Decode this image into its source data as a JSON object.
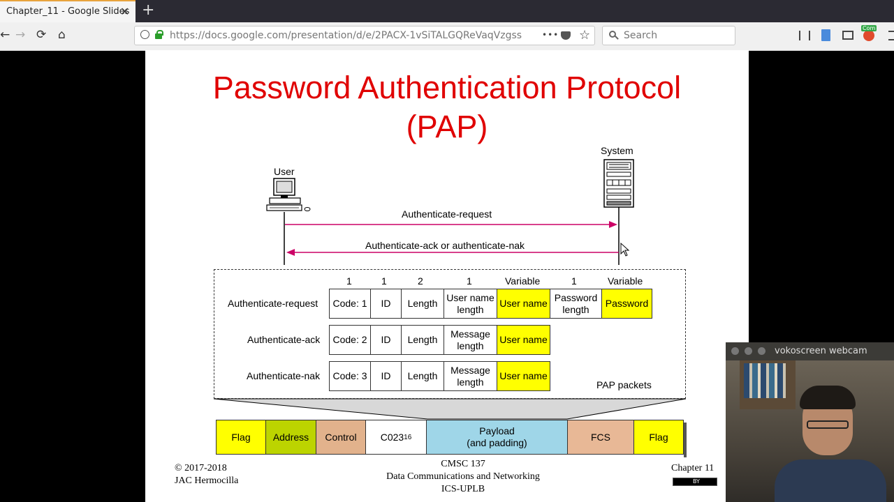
{
  "browser": {
    "tab_title": "Chapter_11 - Google Slides",
    "tab_close": "✕",
    "new_tab": "+",
    "url": "https://docs.google.com/presentation/d/e/2PACX-1vSiTALGQReVaqVzgss",
    "search_placeholder": "Search",
    "nav_back": "←",
    "nav_forward": "→",
    "nav_reload": "⟳",
    "nav_home": "⌂",
    "menu_dots": "•••",
    "bookmark_star": "☆",
    "addon_badge": "Com"
  },
  "slide": {
    "title_line1": "Password Authentication Protocol",
    "title_line2": "(PAP)",
    "user_label": "User",
    "system_label": "System",
    "msg_request": "Authenticate-request",
    "msg_response": "Authenticate-ack or authenticate-nak",
    "field_sizes": [
      "1",
      "1",
      "2",
      "1",
      "Variable",
      "1",
      "Variable"
    ],
    "rows": [
      {
        "label": "Authenticate-request",
        "code": "Code: 1",
        "id": "ID",
        "length": "Length",
        "f4": "User name length",
        "f5": "User name",
        "f6": "Password length",
        "f7": "Password"
      },
      {
        "label": "Authenticate-ack",
        "code": "Code: 2",
        "id": "ID",
        "length": "Length",
        "f4": "Message length",
        "f5": "User name"
      },
      {
        "label": "Authenticate-nak",
        "code": "Code: 3",
        "id": "ID",
        "length": "Length",
        "f4": "Message length",
        "f5": "User name"
      }
    ],
    "pap_packets_label": "PAP packets",
    "frame": {
      "flag1": "Flag",
      "address": "Address",
      "control": "Control",
      "protocol": "C023",
      "protocol_sub": "16",
      "payload_line1": "Payload",
      "payload_line2": "(and padding)",
      "fcs": "FCS",
      "flag2": "Flag"
    },
    "footer_left_1": "© 2017-2018",
    "footer_left_2": "JAC Hermocilla",
    "footer_center_1": "CMSC 137",
    "footer_center_2": "Data Communications and Networking",
    "footer_center_3": "ICS-UPLB",
    "footer_right": "Chapter 11",
    "cc_badge": "BY"
  },
  "webcam": {
    "title": "vokoscreen webcam"
  },
  "colors": {
    "title_red": "#e00000",
    "arrow_magenta": "#cc0066",
    "field_yellow": "#ffff00",
    "address_green": "#bcd400",
    "control_tan": "#e2b28c",
    "payload_blue": "#9fd6e8",
    "fcs_tan": "#e8b896"
  }
}
